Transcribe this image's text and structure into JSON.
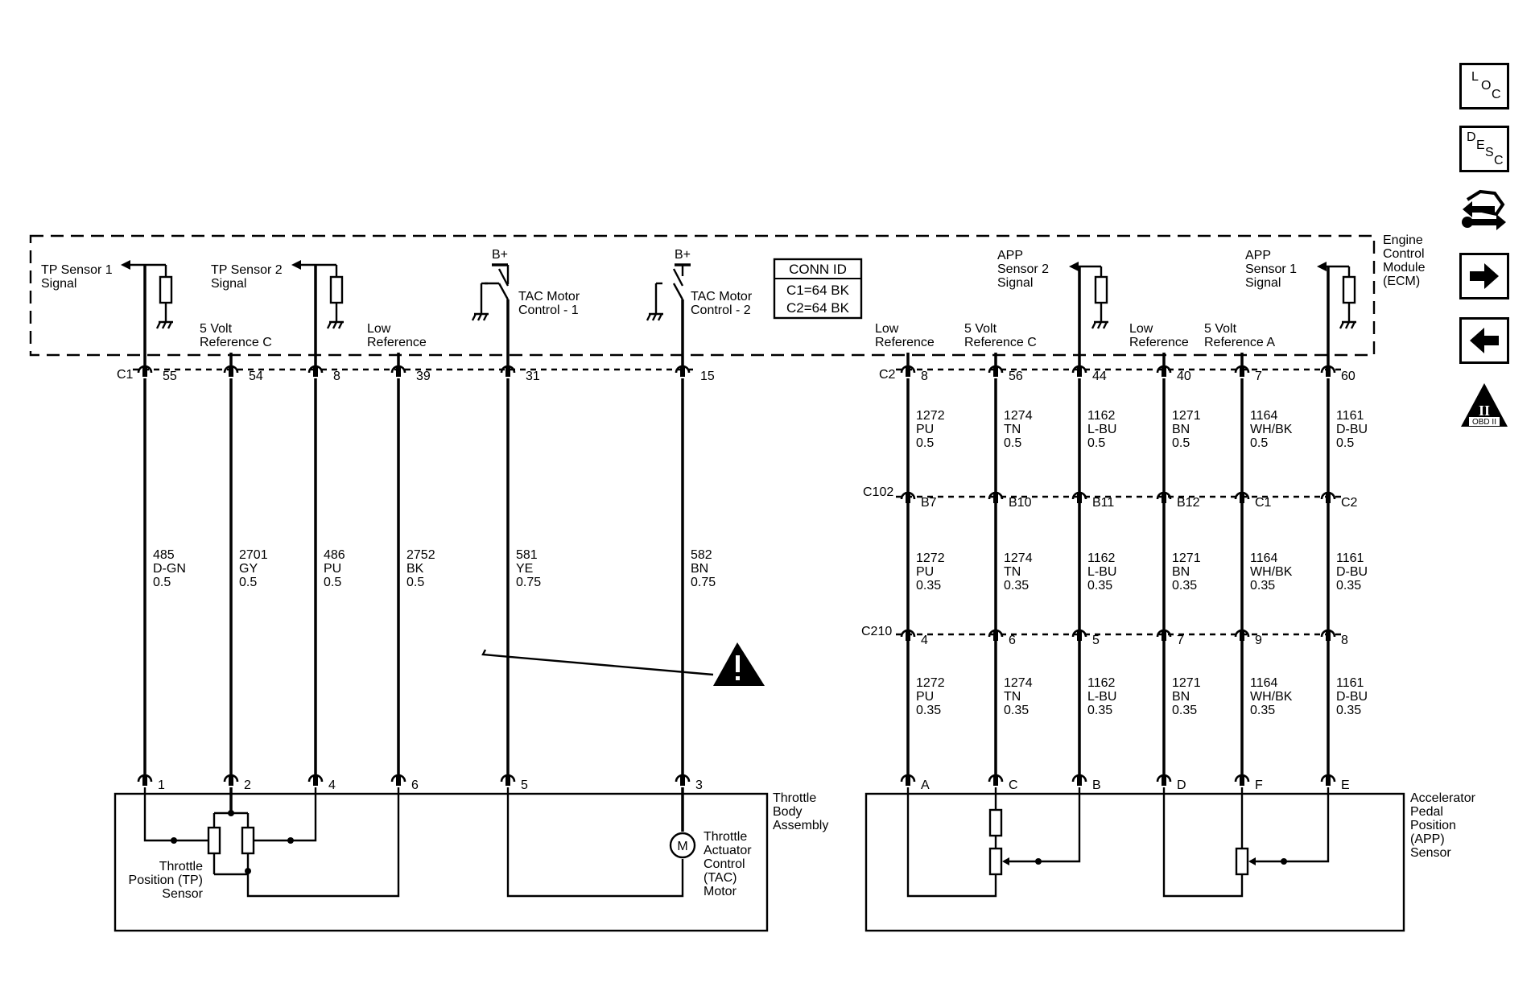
{
  "ecm": {
    "module_label": [
      "Engine",
      "Control",
      "Module",
      "(ECM)"
    ],
    "conn_id_title": "CONN ID",
    "conn_id_lines": [
      "C1=64 BK",
      "C2=64 BK"
    ],
    "signals": {
      "tp1": [
        "TP Sensor 1",
        "Signal"
      ],
      "tp2": [
        "TP Sensor 2",
        "Signal"
      ],
      "app2": [
        "APP",
        "Sensor 2",
        "Signal"
      ],
      "app1": [
        "APP",
        "Sensor 1",
        "Signal"
      ]
    },
    "tac1": [
      "TAC Motor",
      "Control - 1"
    ],
    "tac2": [
      "TAC Motor",
      "Control - 2"
    ],
    "bplus": "B+",
    "ref_labels": {
      "v5c_left": [
        "5 Volt",
        "Reference C"
      ],
      "low_left": [
        "Low",
        "Reference"
      ],
      "low_r1": [
        "Low",
        "Reference"
      ],
      "v5c_right": [
        "5 Volt",
        "Reference C"
      ],
      "low_r2": [
        "Low",
        "Reference"
      ],
      "v5a": [
        "5 Volt",
        "Reference A"
      ]
    }
  },
  "connectors": {
    "c1": "C1",
    "c1_pins": [
      "55",
      "54",
      "8",
      "39",
      "31",
      "15"
    ],
    "c2": "C2",
    "c2_pins": [
      "8",
      "56",
      "44",
      "40",
      "7",
      "60"
    ],
    "c102": "C102",
    "c102_pins": [
      "B7",
      "B10",
      "B11",
      "B12",
      "C1",
      "C2"
    ],
    "c210": "C210",
    "c210_pins": [
      "4",
      "6",
      "5",
      "7",
      "9",
      "8"
    ],
    "tb_pins": [
      "1",
      "2",
      "4",
      "6",
      "5",
      "3"
    ],
    "app_pins": [
      "A",
      "C",
      "B",
      "D",
      "F",
      "E"
    ]
  },
  "wires_left": [
    [
      "485",
      "D-GN",
      "0.5"
    ],
    [
      "2701",
      "GY",
      "0.5"
    ],
    [
      "486",
      "PU",
      "0.5"
    ],
    [
      "2752",
      "BK",
      "0.5"
    ],
    [
      "581",
      "YE",
      "0.75"
    ],
    [
      "582",
      "BN",
      "0.75"
    ]
  ],
  "wires_right_top": [
    [
      "1272",
      "PU",
      "0.5"
    ],
    [
      "1274",
      "TN",
      "0.5"
    ],
    [
      "1162",
      "L-BU",
      "0.5"
    ],
    [
      "1271",
      "BN",
      "0.5"
    ],
    [
      "1164",
      "WH/BK",
      "0.5"
    ],
    [
      "1161",
      "D-BU",
      "0.5"
    ]
  ],
  "wires_right_mid": [
    [
      "1272",
      "PU",
      "0.35"
    ],
    [
      "1274",
      "TN",
      "0.35"
    ],
    [
      "1162",
      "L-BU",
      "0.35"
    ],
    [
      "1271",
      "BN",
      "0.35"
    ],
    [
      "1164",
      "WH/BK",
      "0.35"
    ],
    [
      "1161",
      "D-BU",
      "0.35"
    ]
  ],
  "wires_right_bot": [
    [
      "1272",
      "PU",
      "0.35"
    ],
    [
      "1274",
      "TN",
      "0.35"
    ],
    [
      "1162",
      "L-BU",
      "0.35"
    ],
    [
      "1271",
      "BN",
      "0.35"
    ],
    [
      "1164",
      "WH/BK",
      "0.35"
    ],
    [
      "1161",
      "D-BU",
      "0.35"
    ]
  ],
  "components": {
    "throttle_body": [
      "Throttle",
      "Body",
      "Assembly"
    ],
    "tp_sensor": [
      "Throttle",
      "Position (TP)",
      "Sensor"
    ],
    "tac_motor": [
      "Throttle",
      "Actuator",
      "Control",
      "(TAC)",
      "Motor"
    ],
    "motor_symbol": "M",
    "app_sensor": [
      "Accelerator",
      "Pedal",
      "Position",
      "(APP)",
      "Sensor"
    ]
  },
  "nav": {
    "loc": [
      "L",
      "O",
      "C"
    ],
    "desc": [
      "D",
      "E",
      "S",
      "C"
    ],
    "obd": "OBD II",
    "obd_numeral": "II",
    "icons": [
      "loc-icon",
      "desc-icon",
      "connector-tool-icon",
      "arrow-right-icon",
      "arrow-left-icon",
      "obd-ii-icon"
    ]
  }
}
